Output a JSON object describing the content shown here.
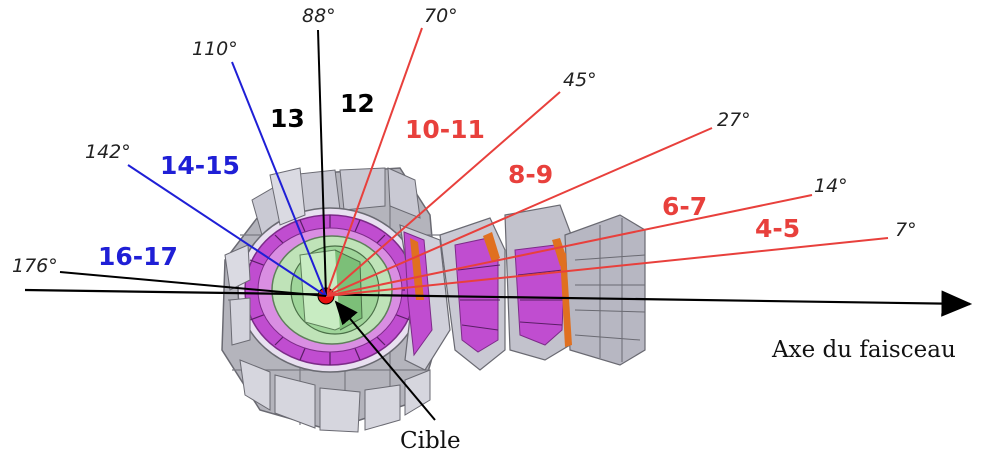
{
  "angles": [
    "7°",
    "14°",
    "27°",
    "45°",
    "70°",
    "88°",
    "110°",
    "142°",
    "176°"
  ],
  "rings": [
    "4-5",
    "6-7",
    "8-9",
    "10-11",
    "12",
    "13",
    "14-15",
    "16-17"
  ],
  "beam_axis_label": "Axe du faisceau",
  "target_label": "Cible",
  "colors": {
    "forward": "#e8403c",
    "central": "#000000",
    "backward": "#1f1fd6",
    "target": "#e81010"
  }
}
